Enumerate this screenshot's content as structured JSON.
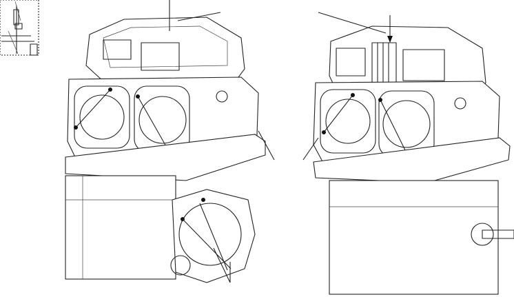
{
  "figure": {
    "line_color": "#222222",
    "background": "#ffffff",
    "views": [
      "detail-inset",
      "engine-left-view",
      "engine-right-view"
    ]
  }
}
